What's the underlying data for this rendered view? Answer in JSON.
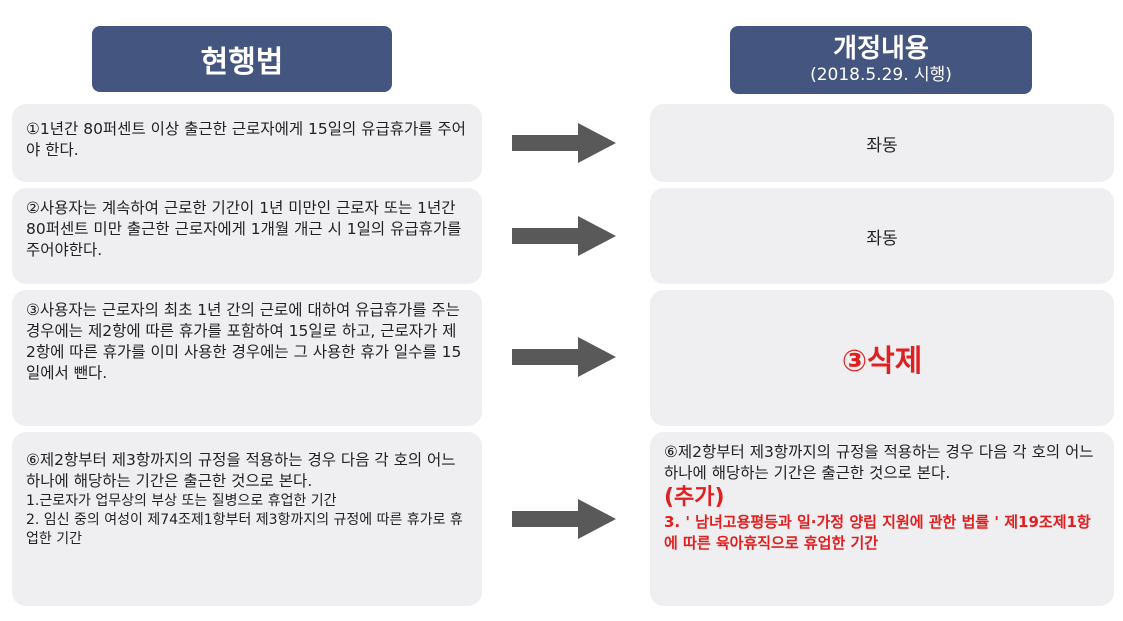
{
  "left_header": {
    "title": "현행법"
  },
  "right_header": {
    "title": "개정내용",
    "subtitle": "(2018.5.29. 시행)"
  },
  "current_law": [
    {
      "text": "①1년간 80퍼센트 이상 출근한 근로자에게 15일의 유급휴가를 주어야 한다."
    },
    {
      "text": "②사용자는 계속하여 근로한 기간이 1년 미만인 근로자 또는 1년간 80퍼센트 미만 출근한 근로자에게 1개월 개근 시 1일의 유급휴가를 주어야한다."
    },
    {
      "text": "③사용자는 근로자의 최초 1년 간의 근로에 대하여 유급휴가를 주는 경우에는 제2항에 따른 휴가를 포함하여 15일로 하고, 근로자가 제 2항에 따른 휴가를 이미 사용한 경우에는 그 사용한 휴가 일수를 15일에서 뺀다."
    },
    {
      "text": "⑥제2항부터 제3항까지의 규정을 적용하는 경우 다음 각 호의 어느 하나에 해당하는 기간은 출근한 것으로 본다.",
      "item1": "1.근로자가 업무상의 부상 또는 질병으로 휴업한 기간",
      "item2": "2. 임신 중의 여성이 제74조제1항부터 제3항까지의 규정에 따른 휴가로 휴업한 기간"
    }
  ],
  "amendments": [
    {
      "text": "좌동"
    },
    {
      "text": "좌동"
    },
    {
      "text": "③삭제"
    },
    {
      "text": "⑥제2항부터 제3항까지의 규정을 적용하는 경우 다음 각 호의 어느 하나에 해당하는 기간은 출근한 것으로 본다.",
      "added_label": "(추가)",
      "added_item": "3. ' 남녀고용평등과 일·가정 양립 지원에 관한 법률 ' 제19조제1항에 따른 육아휴직으로 휴업한 기간"
    }
  ],
  "colors": {
    "header_bg": "#44557f",
    "box_bg": "#efeff1",
    "arrow": "#595959",
    "highlight_red": "#e02020"
  }
}
